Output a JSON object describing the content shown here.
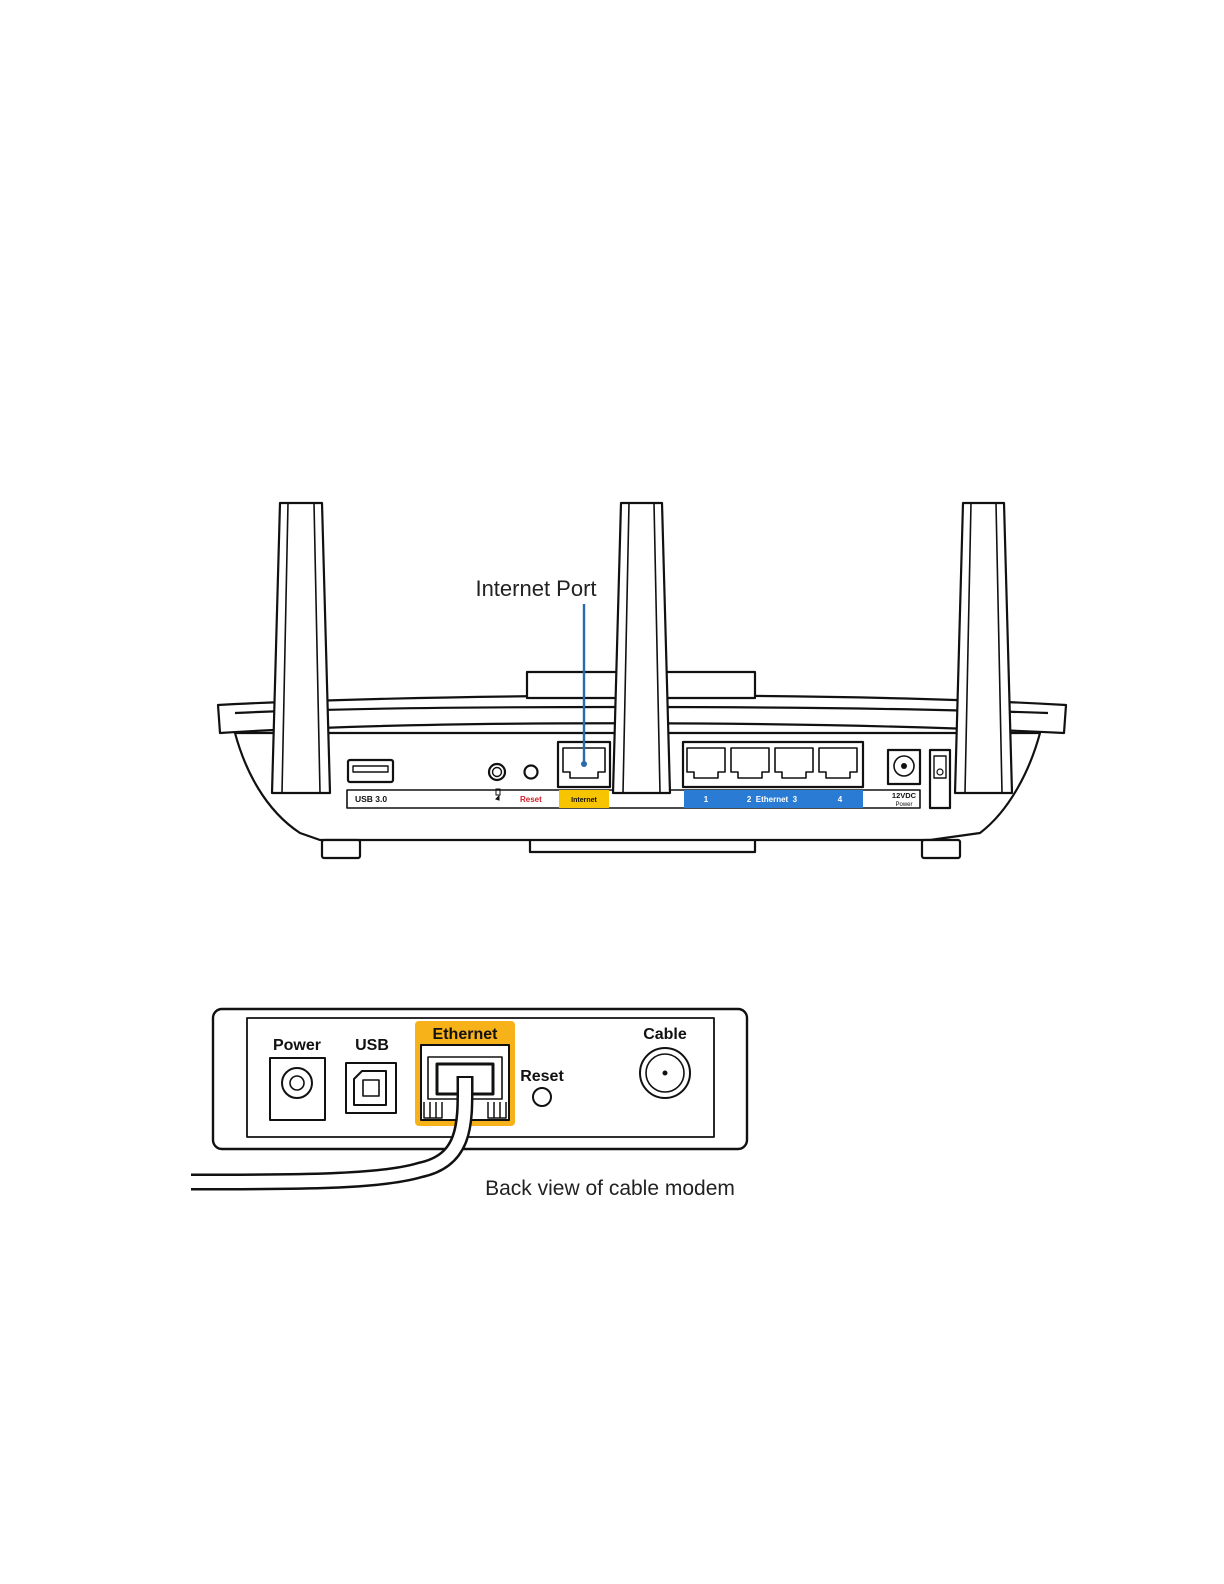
{
  "router": {
    "callout": "Internet Port",
    "labels": {
      "usb": "USB 3.0",
      "wps_icon": "WPS",
      "reset": "Reset",
      "internet": "Internet",
      "eth1": "1",
      "eth_mid": "2  Ethernet  3",
      "eth4": "4",
      "power_v": "12VDC",
      "power": "Power"
    },
    "colors": {
      "internet": "#f7c400",
      "ethernet": "#2a7bd4",
      "reset_text": "#d0202a",
      "callout_line": "#2a6bb0"
    }
  },
  "modem": {
    "labels": {
      "power": "Power",
      "usb": "USB",
      "ethernet": "Ethernet",
      "reset": "Reset",
      "cable": "Cable"
    },
    "caption": "Back view of cable modem",
    "colors": {
      "ethernet_highlight": "#f7b21a"
    }
  }
}
